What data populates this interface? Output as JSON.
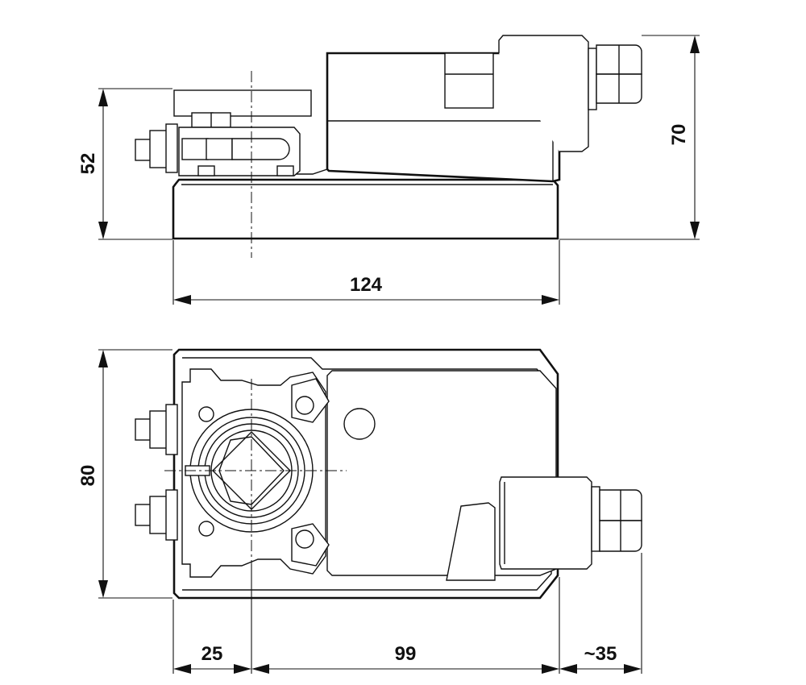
{
  "dimensions": {
    "side_height": "52",
    "side_total_height": "70",
    "side_length": "124",
    "top_width": "80",
    "top_offset": "25",
    "top_length": "99",
    "connector_length": "~35"
  }
}
